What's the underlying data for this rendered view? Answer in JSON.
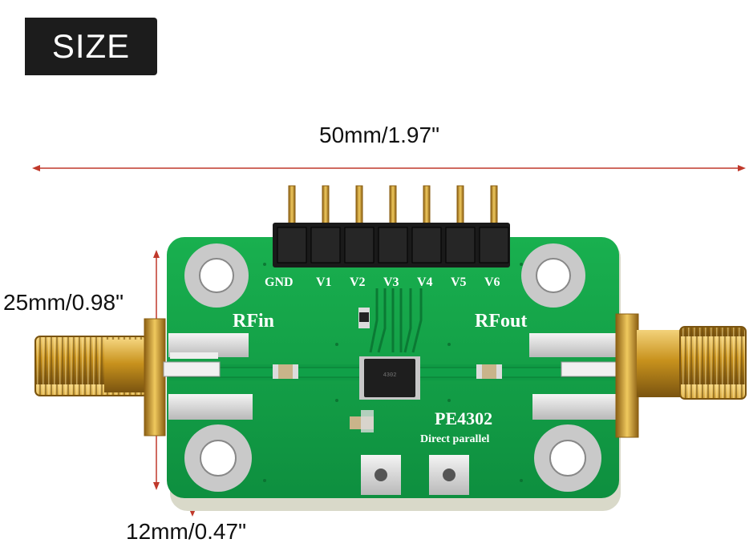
{
  "badge": {
    "label": "SIZE"
  },
  "dimensions": {
    "width": "50mm/1.97\"",
    "height": "25mm/0.98\"",
    "thickness": "12mm/0.47\""
  },
  "board": {
    "pin_labels": [
      "GND",
      "V1",
      "V2",
      "V3",
      "V4",
      "V5",
      "V6"
    ],
    "rf_in": "RFin",
    "rf_out": "RFout",
    "chip": "PE4302",
    "mode": "Direct parallel"
  },
  "colors": {
    "pcb": "#12a34a",
    "gold": "#d4a22a",
    "dimension_line": "#c0392b",
    "badge": "#1c1c1c"
  }
}
